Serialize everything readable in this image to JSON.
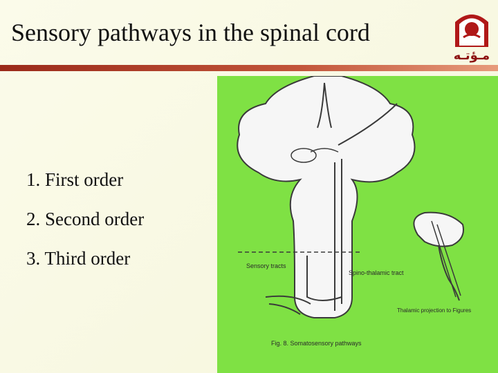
{
  "slide": {
    "title": "Sensory pathways in the spinal cord",
    "logo_text": "مـؤتـه",
    "items": [
      "1. First order",
      "2. Second order",
      "3. Third order"
    ]
  },
  "figure": {
    "caption": "Fig. 8. Somatosensory pathways",
    "labels": {
      "left_lower": "Sensory tracts",
      "right_mid": "Spino-thalamic tract",
      "right_low": "Thalamic projection to Figures"
    },
    "colors": {
      "background": "#7fe144",
      "line": "#3a3a3a",
      "tissue": "#f6f6f6"
    }
  }
}
